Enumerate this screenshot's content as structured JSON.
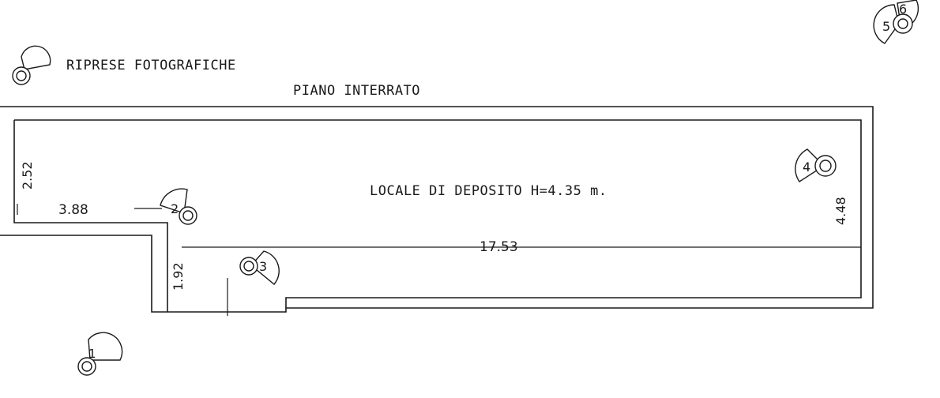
{
  "legend": {
    "label": "RIPRESE FOTOGRAFICHE"
  },
  "floor_title": "PIANO INTERRATO",
  "room": {
    "label": "LOCALE DI DEPOSITO H=4.35 m."
  },
  "dimensions": {
    "left_height": "2.52",
    "left_width": "3.88",
    "corridor_height": "1.92",
    "room_length": "17.53",
    "right_height": "4.48"
  },
  "cameras": [
    {
      "number": "1"
    },
    {
      "number": "2"
    },
    {
      "number": "3"
    },
    {
      "number": "4"
    },
    {
      "number": "5"
    },
    {
      "number": "6"
    }
  ]
}
